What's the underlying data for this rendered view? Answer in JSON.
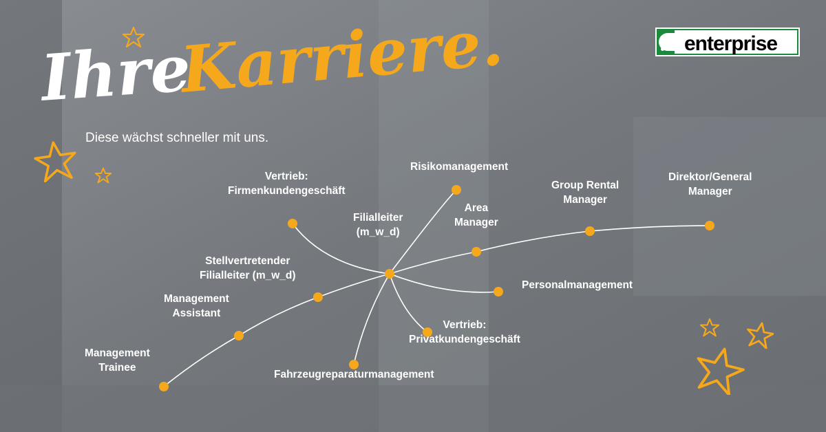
{
  "headline": {
    "word1": "Ihre",
    "word2": "Karriere."
  },
  "subline": "Diese wächst schneller mit uns.",
  "brand": {
    "name": "enterprise",
    "green": "#1c8a3c"
  },
  "colors": {
    "accent": "#f6a81c",
    "background": "#7b7f84",
    "text": "#ffffff"
  },
  "diagram": {
    "nodes": [
      {
        "id": "trainee",
        "label": "Management\nTrainee"
      },
      {
        "id": "assistant",
        "label": "Management\nAssistant"
      },
      {
        "id": "deputy",
        "label": "Stellvertretender\nFilialleiter (m_w_d)"
      },
      {
        "id": "manager",
        "label": "Filialleiter\n(m_w_d)"
      },
      {
        "id": "area",
        "label": "Area\nManager"
      },
      {
        "id": "group",
        "label": "Group Rental\nManager"
      },
      {
        "id": "director",
        "label": "Direktor/General\nManager"
      },
      {
        "id": "risk",
        "label": "Risikomanagement"
      },
      {
        "id": "b2b",
        "label": "Vertrieb:\nFirmenkundengeschäft"
      },
      {
        "id": "hr",
        "label": "Personalmanagement"
      },
      {
        "id": "b2c",
        "label": "Vertrieb:\nPrivatkundengeschäft"
      },
      {
        "id": "repair",
        "label": "Fahrzeugreparaturmanagement"
      }
    ],
    "edges": [
      [
        "trainee",
        "assistant"
      ],
      [
        "assistant",
        "deputy"
      ],
      [
        "deputy",
        "manager"
      ],
      [
        "manager",
        "area"
      ],
      [
        "area",
        "group"
      ],
      [
        "group",
        "director"
      ],
      [
        "manager",
        "risk"
      ],
      [
        "manager",
        "b2b"
      ],
      [
        "manager",
        "hr"
      ],
      [
        "manager",
        "b2c"
      ],
      [
        "manager",
        "repair"
      ]
    ]
  }
}
